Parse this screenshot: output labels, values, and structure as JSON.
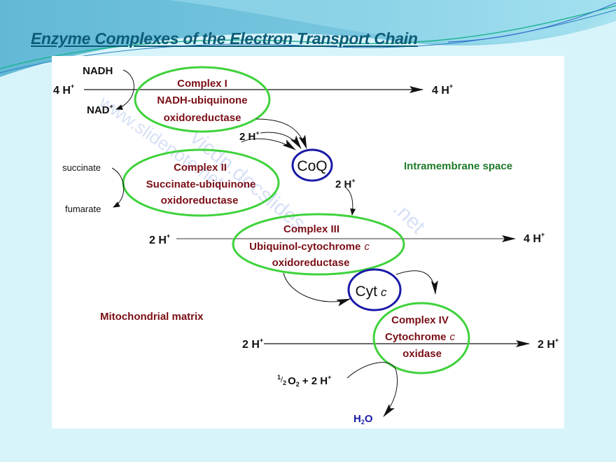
{
  "slide": {
    "title": "Enzyme Complexes of the Electron Transport Chain"
  },
  "colors": {
    "complex_border": "#3fd23c",
    "carrier_border": "#1a1aa8",
    "complex_text": "#7a0f16",
    "intermembrane_label": "#1f7a2a",
    "matrix_label": "#7a0f16",
    "water_label": "#1a1aa8",
    "title": "#0d5c78"
  },
  "complexes": [
    {
      "id": "complex-i",
      "name": "Complex I",
      "line2": "NADH-ubiquinone",
      "line3": "oxidoreductase"
    },
    {
      "id": "complex-ii",
      "name": "Complex II",
      "line2": "Succinate-ubiquinone",
      "line3": "oxidoreductase"
    },
    {
      "id": "complex-iii",
      "name": "Complex III",
      "line2": "Ubiquinol-cytochrome",
      "line2_italic": "c",
      "line3": "oxidoreductase"
    },
    {
      "id": "complex-iv",
      "name": "Complex IV",
      "line2": "Cytochrome",
      "line2_italic": "c",
      "line3": "oxidase"
    }
  ],
  "carriers": {
    "coq": "CoQ",
    "cyt_c": "Cyt",
    "cyt_c_italic": "c"
  },
  "regions": {
    "intermembrane": "Intramembrane space",
    "matrix": "Mitochondrial matrix"
  },
  "substrates": {
    "nadh": "NADH",
    "nad": "NAD",
    "nad_sup": "+",
    "succinate": "succinate",
    "fumarate": "fumarate",
    "oxygen_frac_num": "1",
    "oxygen_frac_den": "2",
    "oxygen": "O",
    "oxygen_sub": "2",
    "oxygen_plus": "+ 2 H",
    "oxygen_sup": "+",
    "water": "H",
    "water_sub": "2",
    "water_o": "O"
  },
  "protons": {
    "ci_in": "4 H",
    "ci_out": "4 H",
    "ci_to_coq": "2 H",
    "coq_to_ciii": "2 H",
    "ciii_in": "2 H",
    "ciii_out": "4 H",
    "civ_in": "2 H",
    "civ_out": "2 H",
    "sup": "+"
  }
}
